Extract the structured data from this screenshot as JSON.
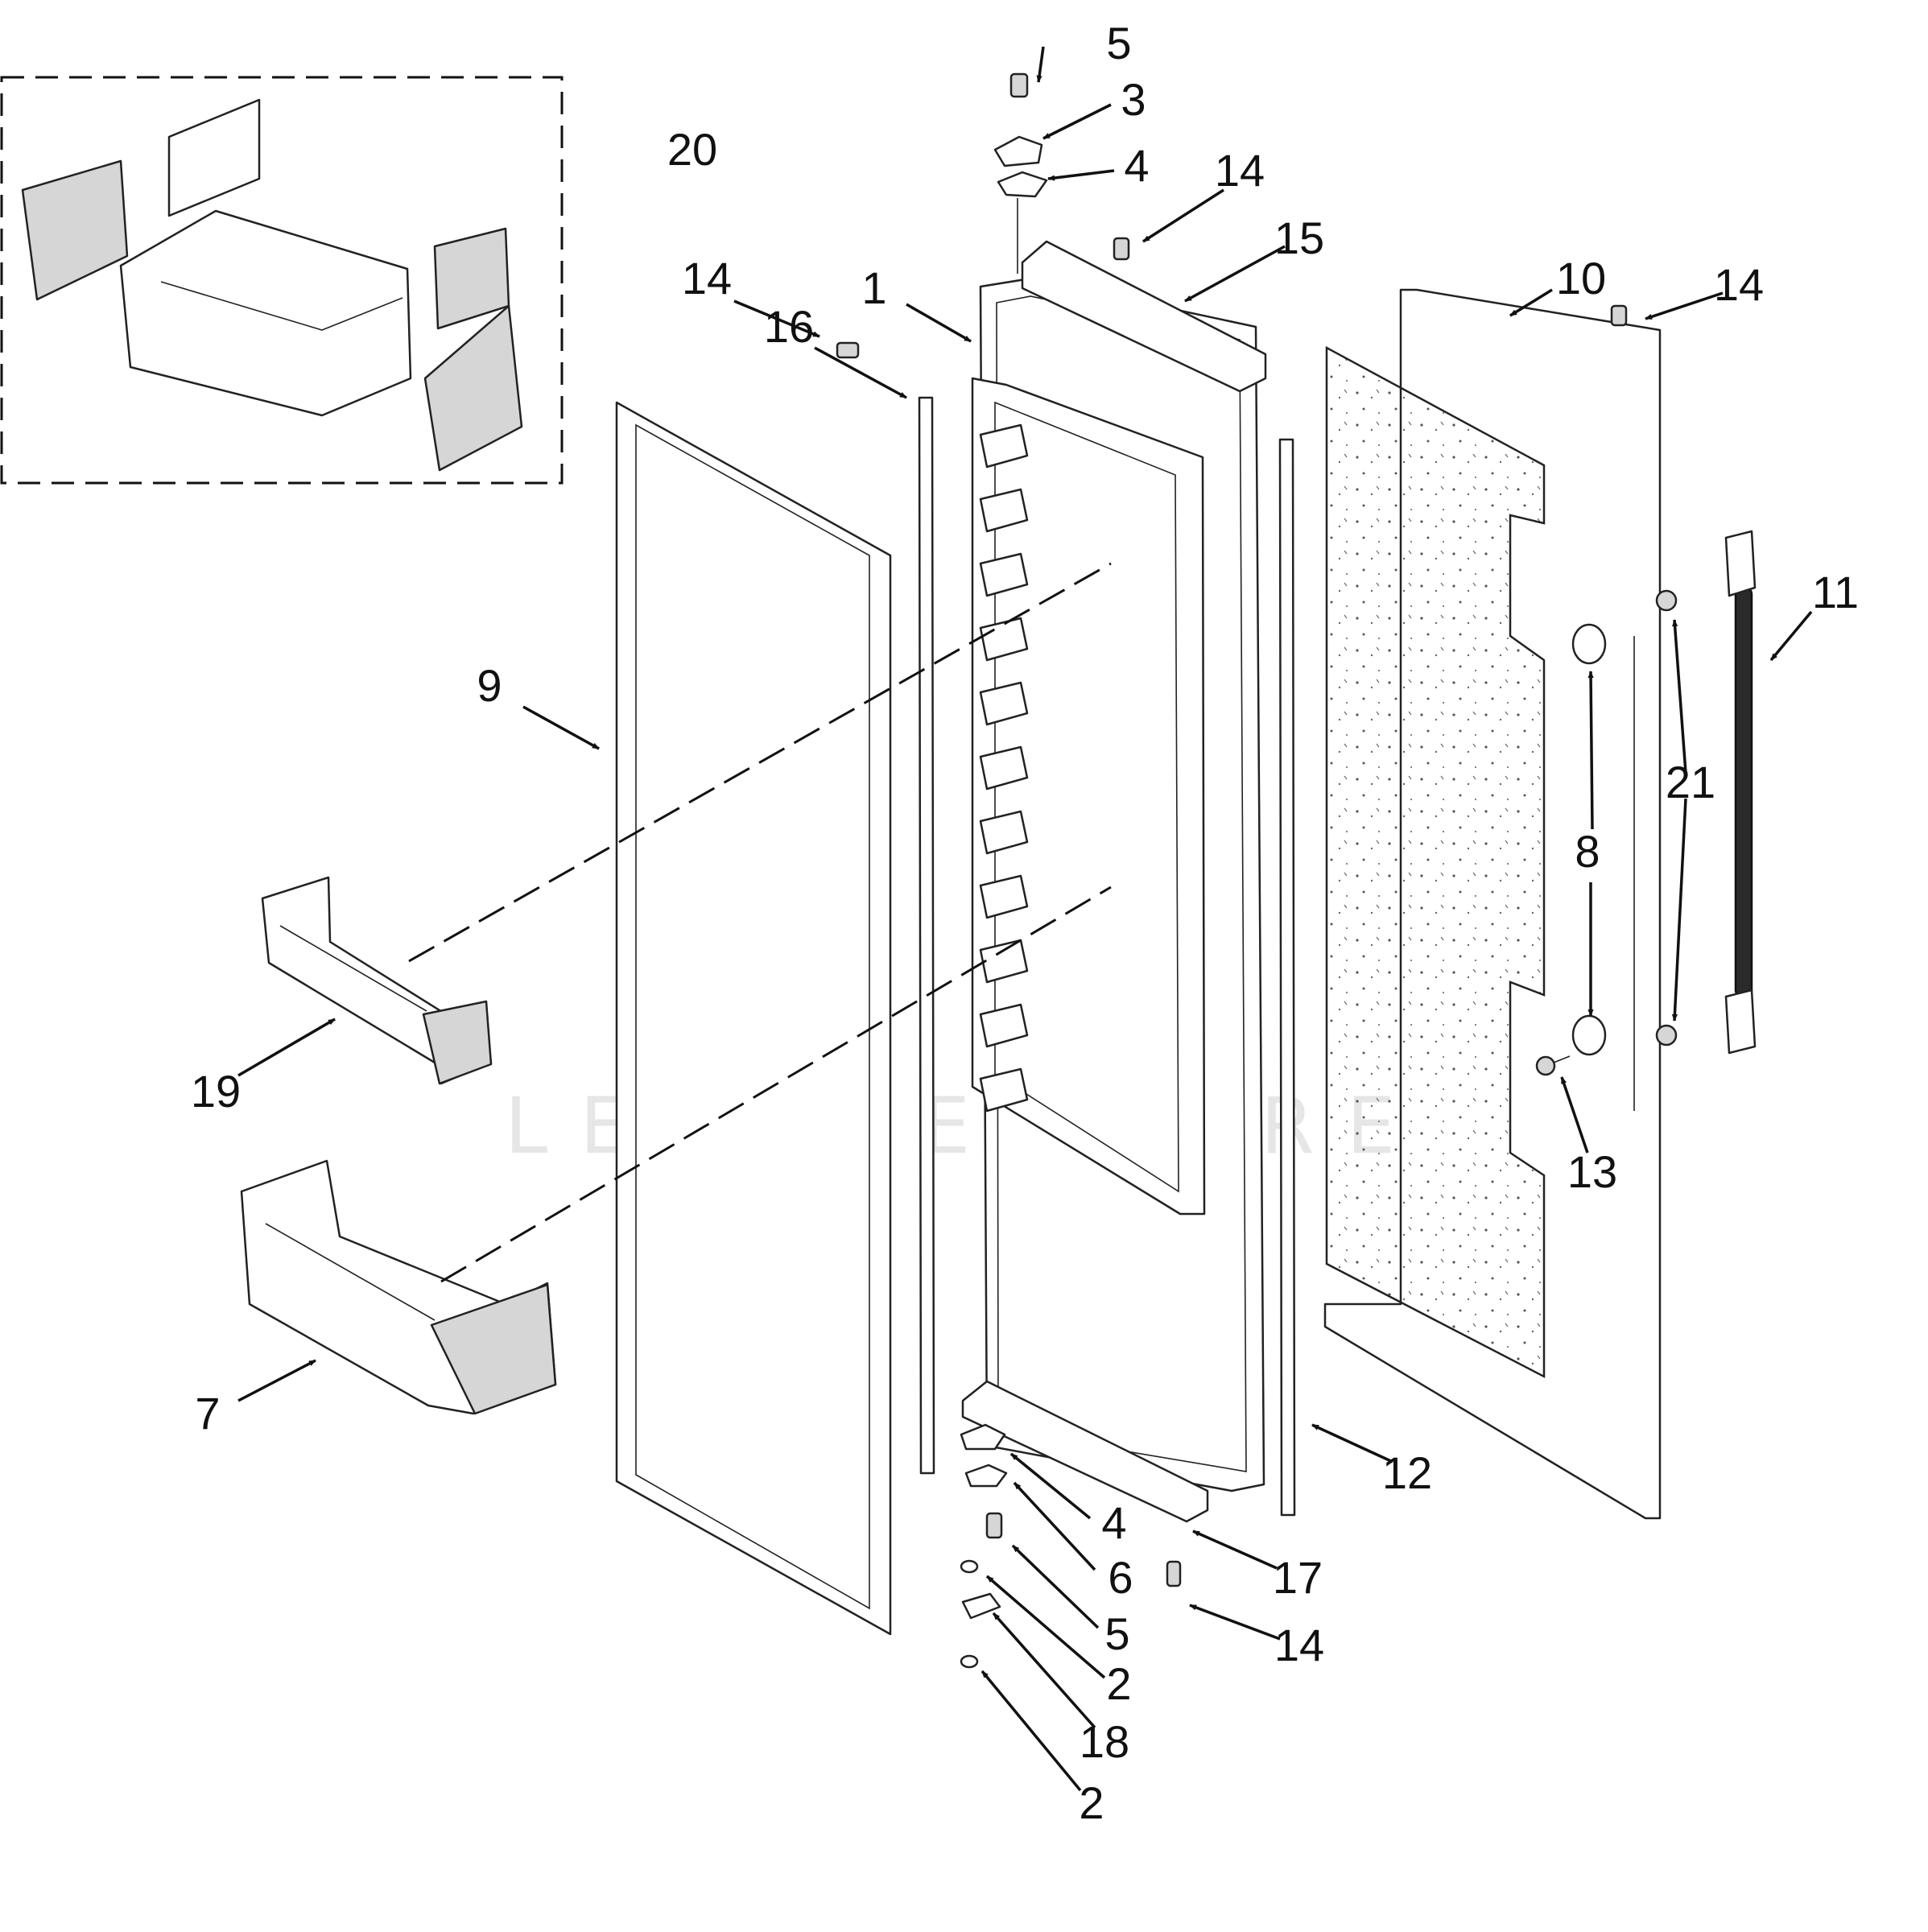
{
  "watermark": "LEADVENTURE",
  "callouts": [
    {
      "id": "c1",
      "text": "1"
    },
    {
      "id": "c2a",
      "text": "2"
    },
    {
      "id": "c2b",
      "text": "2"
    },
    {
      "id": "c3",
      "text": "3"
    },
    {
      "id": "c4a",
      "text": "4"
    },
    {
      "id": "c4b",
      "text": "4"
    },
    {
      "id": "c5a",
      "text": "5"
    },
    {
      "id": "c5b",
      "text": "5"
    },
    {
      "id": "c6",
      "text": "6"
    },
    {
      "id": "c7",
      "text": "7"
    },
    {
      "id": "c8",
      "text": "8"
    },
    {
      "id": "c9",
      "text": "9"
    },
    {
      "id": "c10",
      "text": "10"
    },
    {
      "id": "c11",
      "text": "11"
    },
    {
      "id": "c12",
      "text": "12"
    },
    {
      "id": "c13",
      "text": "13"
    },
    {
      "id": "c14a",
      "text": "14"
    },
    {
      "id": "c14b",
      "text": "14"
    },
    {
      "id": "c14c",
      "text": "14"
    },
    {
      "id": "c14d",
      "text": "14"
    },
    {
      "id": "c15",
      "text": "15"
    },
    {
      "id": "c16",
      "text": "16"
    },
    {
      "id": "c17",
      "text": "17"
    },
    {
      "id": "c18",
      "text": "18"
    },
    {
      "id": "c19",
      "text": "19"
    },
    {
      "id": "c20",
      "text": "20"
    },
    {
      "id": "c21",
      "text": "21"
    }
  ]
}
